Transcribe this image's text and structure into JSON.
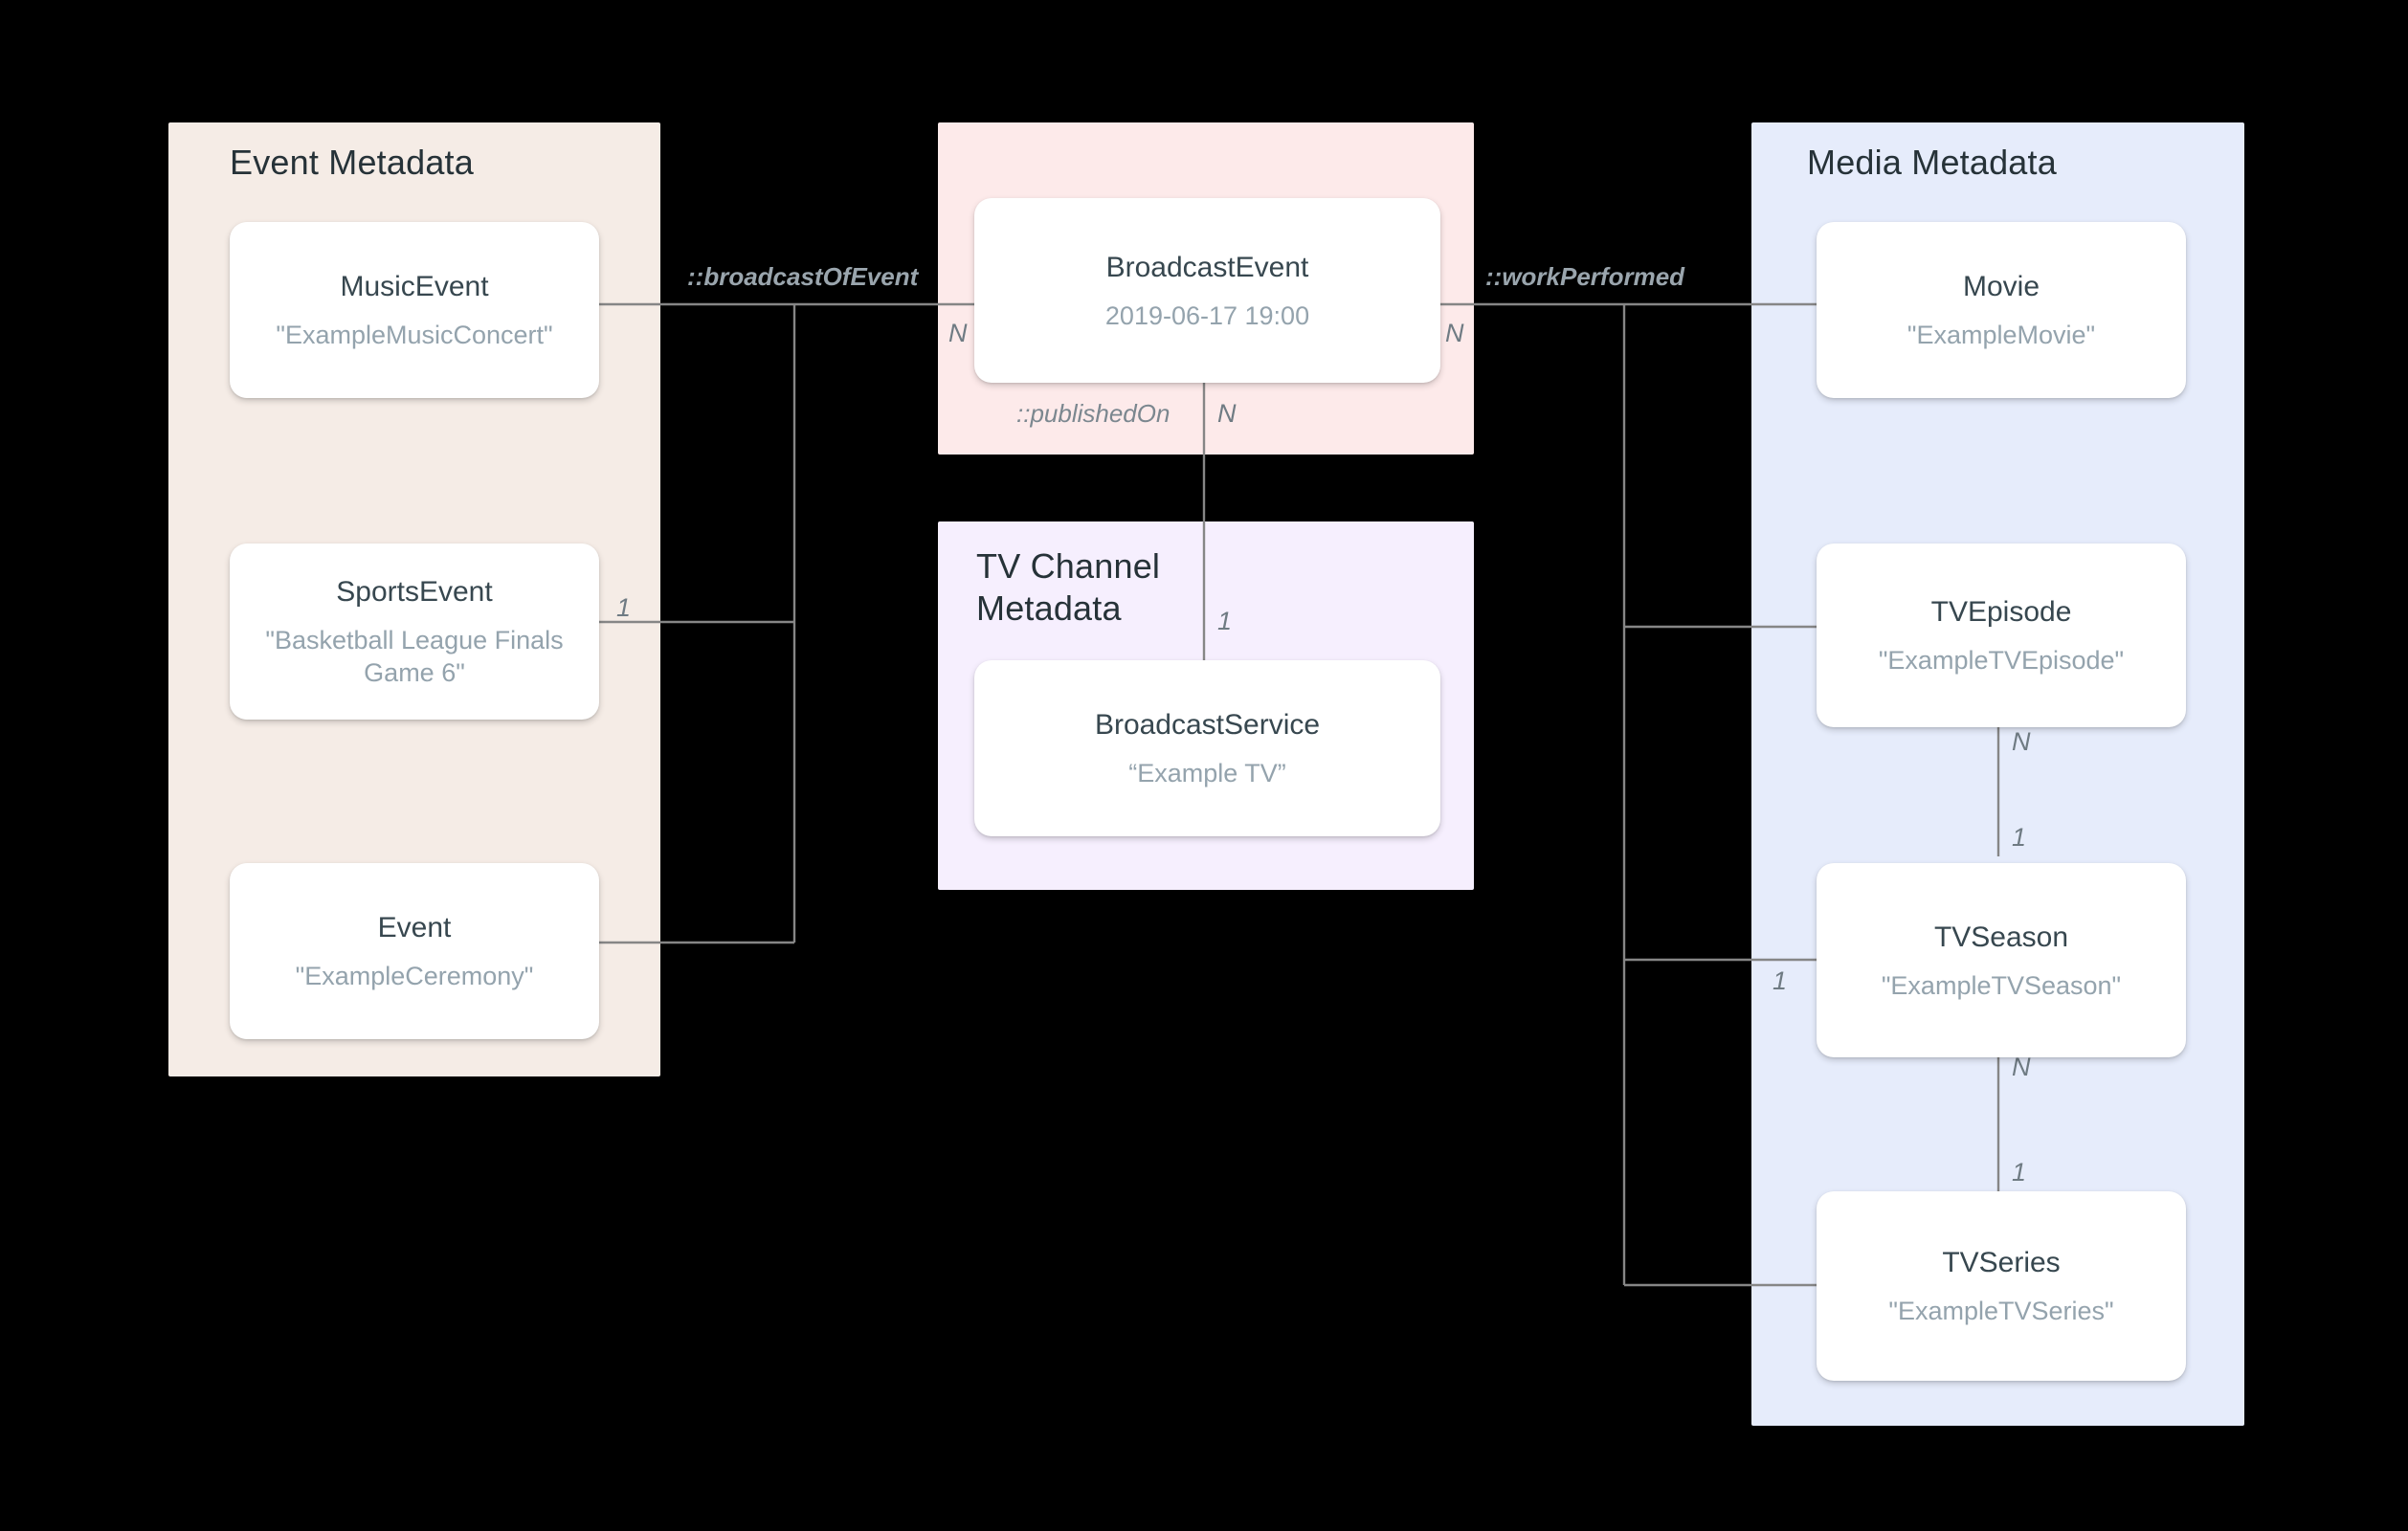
{
  "diagram": {
    "title": "Broadcast / Media metadata entity relationship diagram",
    "background_color": "#000000",
    "line_color": "#868686"
  },
  "panels": [
    {
      "id": "event",
      "title": "Event Metadata",
      "color": "#f5ece6"
    },
    {
      "id": "broadcast",
      "title": "",
      "color": "#fdeaea"
    },
    {
      "id": "tvchannel",
      "title": "TV Channel\nMetadata",
      "color": "#f6effe"
    },
    {
      "id": "media",
      "title": "Media Metadata",
      "color": "#e6ecfb"
    }
  ],
  "nodes": [
    {
      "id": "music-event",
      "type": "MusicEvent",
      "value": "\"ExampleMusicConcert\""
    },
    {
      "id": "sports-event",
      "type": "SportsEvent",
      "value": "\"Basketball League Finals Game 6\""
    },
    {
      "id": "event",
      "type": "Event",
      "value": "\"ExampleCeremony\""
    },
    {
      "id": "broadcast-event",
      "type": "BroadcastEvent",
      "value": "2019-06-17 19:00"
    },
    {
      "id": "broadcast-service",
      "type": "BroadcastService",
      "value": "“Example TV”"
    },
    {
      "id": "movie",
      "type": "Movie",
      "value": "\"ExampleMovie\""
    },
    {
      "id": "tv-episode",
      "type": "TVEpisode",
      "value": "\"ExampleTVEpisode\""
    },
    {
      "id": "tv-season",
      "type": "TVSeason",
      "value": "\"ExampleTVSeason\""
    },
    {
      "id": "tv-series",
      "type": "TVSeries",
      "value": "\"ExampleTVSeries\""
    }
  ],
  "edge_labels": {
    "broadcast_of_event": "::broadcastOfEvent",
    "work_performed": "::workPerformed",
    "published_on": "::publishedOn"
  },
  "cardinalities": {
    "broadcast_event_left": "N",
    "broadcast_event_right": "N",
    "broadcast_event_bottom": "N",
    "sports_event_right": "1",
    "broadcast_service_top": "1",
    "tv_episode_bottom": "N",
    "tv_season_top": "1",
    "tv_season_left": "1",
    "tv_season_bottom": "N",
    "tv_series_top": "1"
  }
}
